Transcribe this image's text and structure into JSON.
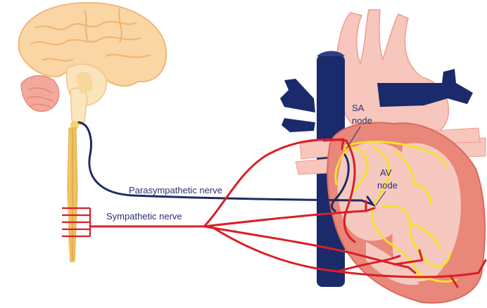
{
  "labels": {
    "sa_node_line1": "SA",
    "sa_node_line2": "node",
    "av_node_line1": "AV",
    "av_node_line2": "node",
    "parasympathetic": "Parasympathetic nerve",
    "sympathetic": "Sympathetic nerve"
  },
  "colors": {
    "parasympathetic_nerve": "#1f2a63",
    "sympathetic_nerve": "#d81f26",
    "conduction_system": "#f5e12a",
    "vena_cava": "#1b2a6b",
    "heart_muscle": "#e8877a",
    "heart_inner": "#f6c9c0",
    "aorta": "#f7c6bc",
    "brain": "#f8d6a0",
    "spinal_cord": "#e9b84e"
  }
}
